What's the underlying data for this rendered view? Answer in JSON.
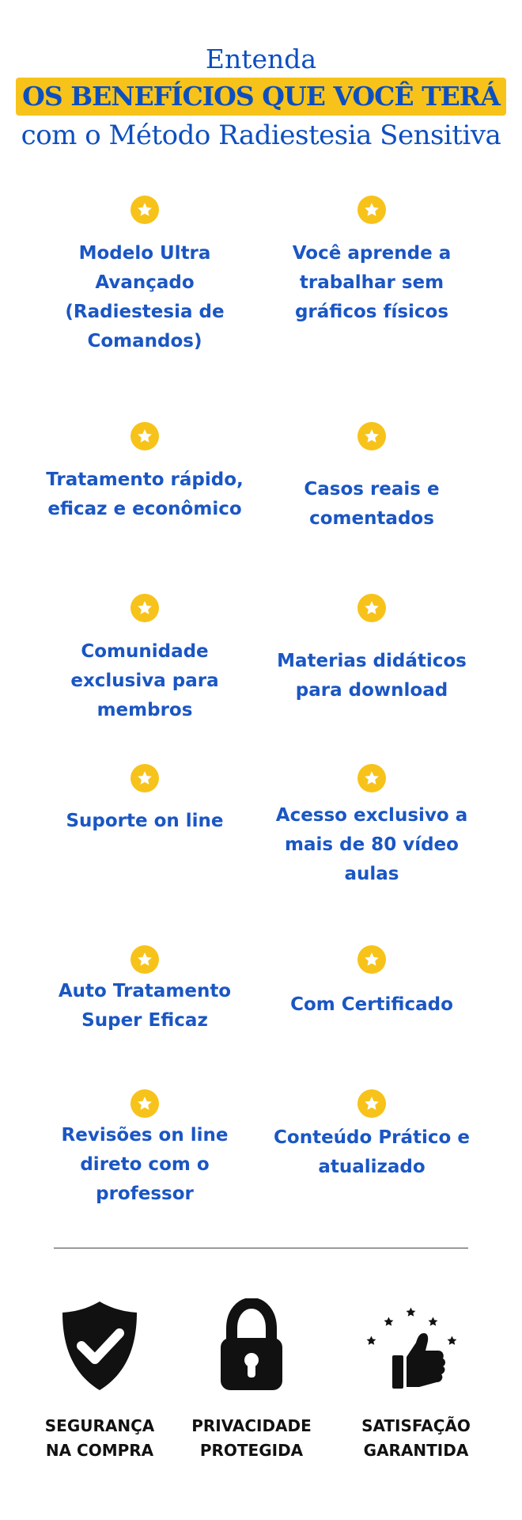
{
  "header": {
    "line1": "Entenda",
    "highlight": "OS BENEFÍCIOS QUE VOCÊ TERÁ",
    "line3": "com o Método Radiestesia Sensitiva"
  },
  "benefits": [
    {
      "label": "Modelo Ultra Avançado (Radiestesia de Comandos)",
      "icon": "star-icon"
    },
    {
      "label": "Você aprende a trabalhar sem gráficos físicos",
      "icon": "star-icon"
    },
    {
      "label": "Tratamento rápido, eficaz e econômico",
      "icon": "star-icon"
    },
    {
      "label": "Casos reais e comentados",
      "icon": "star-icon"
    },
    {
      "label": "Comunidade exclusiva para membros",
      "icon": "star-icon"
    },
    {
      "label": "Materias didáticos para download",
      "icon": "star-icon"
    },
    {
      "label": "Suporte on line",
      "icon": "star-icon"
    },
    {
      "label": "Acesso exclusivo a mais de 80 vídeo aulas",
      "icon": "star-icon"
    },
    {
      "label": "Auto Tratamento Super Eficaz",
      "icon": "star-icon"
    },
    {
      "label": "Com Certificado",
      "icon": "star-icon"
    },
    {
      "label": "Revisões on line direto com o professor",
      "icon": "star-icon"
    },
    {
      "label": "Conteúdo Prático e atualizado",
      "icon": "star-icon"
    }
  ],
  "trust": [
    {
      "line1": "SEGURANÇA",
      "line2": "NA COMPRA",
      "icon": "shield-check-icon"
    },
    {
      "line1": "PRIVACIDADE",
      "line2": "PROTEGIDA",
      "icon": "padlock-icon"
    },
    {
      "line1": "SATISFAÇÃO",
      "line2": "GARANTIDA",
      "icon": "thumbs-up-stars-icon"
    }
  ],
  "colors": {
    "accent": "#f7c31a",
    "brand_blue": "#1a56c4",
    "dark": "#111111"
  }
}
